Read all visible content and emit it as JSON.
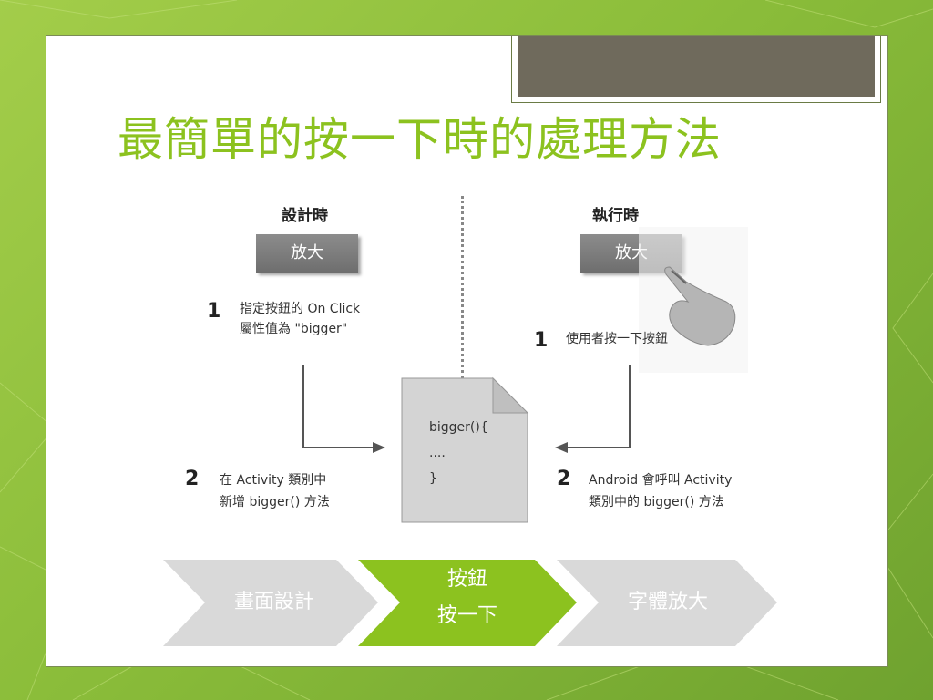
{
  "title": "最簡單的按一下時的處理方法",
  "design": {
    "heading": "設計時",
    "button_label": "放大",
    "step1": {
      "num": "1",
      "line1": "指定按鈕的 On Click",
      "line2": "屬性值為 \"bigger\""
    },
    "step2": {
      "num": "2",
      "line1": "在 Activity 類別中",
      "line2": "新增 bigger() 方法"
    }
  },
  "runtime": {
    "heading": "執行時",
    "button_label": "放大",
    "step1": {
      "num": "1",
      "line1": "使用者按一下按鈕"
    },
    "step2": {
      "num": "2",
      "line1": "Android 會呼叫 Activity",
      "line2": "類別中的 bigger() 方法"
    }
  },
  "code": {
    "line1": "bigger(){",
    "line2": "....",
    "line3": "}"
  },
  "flow": [
    {
      "line1": "畫面設計",
      "line2": "",
      "active": false
    },
    {
      "line1": "按鈕",
      "line2": "按一下",
      "active": true
    },
    {
      "line1": "字體放大",
      "line2": "",
      "active": false
    }
  ],
  "colors": {
    "accent": "#8cc21f",
    "chevron_inactive": "#d9d9d9",
    "chevron_active": "#8cc21f"
  }
}
